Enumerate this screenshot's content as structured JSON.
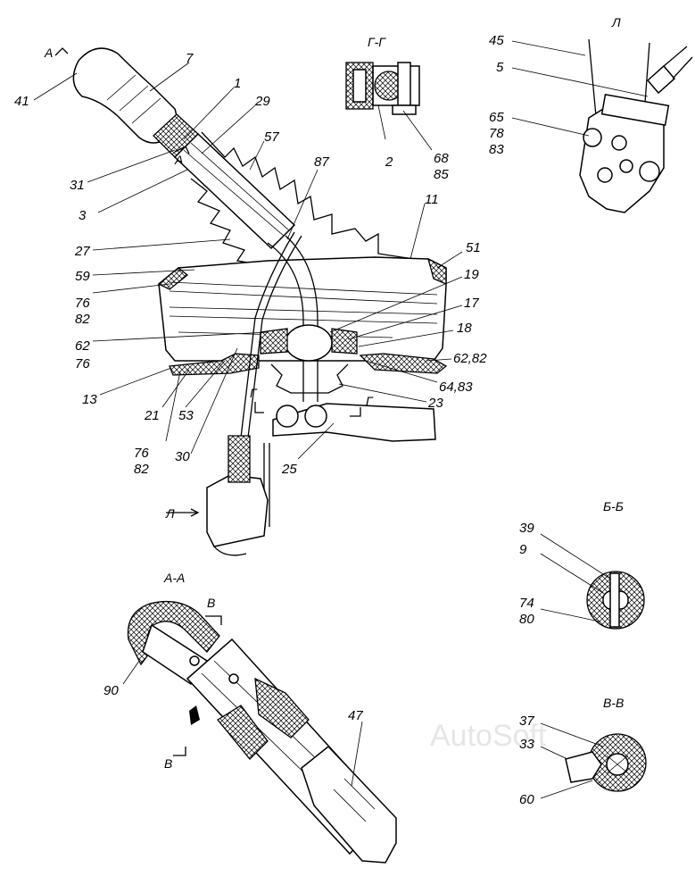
{
  "watermark": "AutoSoft",
  "section_titles": {
    "aa": "А-А",
    "gg": "Г-Г",
    "bb": "Б-Б",
    "vv": "В-В",
    "view_l": "Л"
  },
  "cut_marks": {
    "a_top": "А",
    "a_lower": "А",
    "g_left": "Г",
    "g_right": "Г",
    "l_arrow": "Л",
    "v_top": "В",
    "v_bottom": "В"
  },
  "main_labels": {
    "p41": "41",
    "p7": "7",
    "p1": "1",
    "p29": "29",
    "p31": "31",
    "p57": "57",
    "p87": "87",
    "p3": "3",
    "p11": "11",
    "p27": "27",
    "p51": "51",
    "p59": "59",
    "p19": "19",
    "p76a": "76",
    "p82a": "82",
    "p17": "17",
    "p62": "62",
    "p76b": "76",
    "p18": "18",
    "p62_82": "62,82",
    "p13": "13",
    "p64_83": "64,83",
    "p21": "21",
    "p53": "53",
    "p23": "23",
    "p76c": "76",
    "p82c": "82",
    "p30": "30",
    "p25": "25"
  },
  "gg_labels": {
    "p2": "2",
    "p68": "68",
    "p85": "85"
  },
  "view_l_labels": {
    "p45": "45",
    "p5": "5",
    "p65": "65",
    "p78": "78",
    "p83": "83"
  },
  "aa_labels": {
    "p90": "90",
    "p47": "47"
  },
  "bb_labels": {
    "p39": "39",
    "p9": "9",
    "p74": "74",
    "p80": "80"
  },
  "vv_labels": {
    "p37": "37",
    "p33": "33",
    "p60": "60"
  }
}
